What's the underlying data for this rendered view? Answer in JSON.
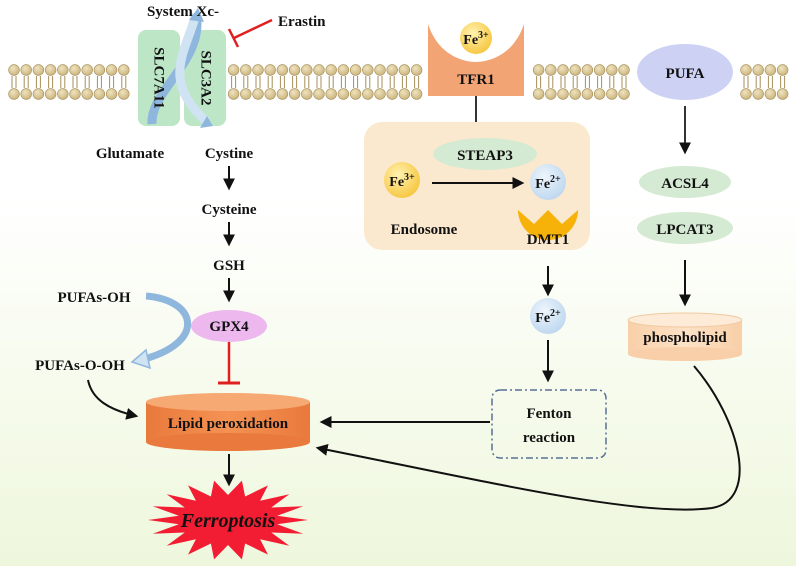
{
  "colors": {
    "background_top": "#ffffff",
    "background_bottom": "#eef7dc",
    "membrane_bead": "#c9b27a",
    "transporter": "#bde6c6",
    "erastin_inhibit": "#e02020",
    "iron": "#f6c53c",
    "ferrous_iron": "#bcd6ef",
    "tfr1": "#f2a475",
    "endosome": "#fbe9cf",
    "steap3": "#d5ead2",
    "dmt1": "#f7b20a",
    "pufa": "#cdd2f5",
    "gpx4": "#ecb8ee",
    "lipid_peroxidation": "#f49253",
    "ferroptosis_burst": "#f21d33",
    "phospholipid": "#fde2c7",
    "fenton_box_border": "#5a6f96"
  },
  "transporter": {
    "title": "System Xc-",
    "subunit_left": "SLC7A11",
    "subunit_right": "SLC3A2",
    "inhibitor": "Erastin"
  },
  "glutathione_pathway": {
    "glutamate": "Glutamate",
    "cystine": "Cystine",
    "cysteine": "Cysteine",
    "gsh": "GSH",
    "gpx4": "GPX4",
    "pufas_oh": "PUFAs-OH",
    "pufas_o_oh": "PUFAs-O-OH"
  },
  "iron_pathway": {
    "fe3_base": "Fe",
    "fe3_charge": "3+",
    "fe2_base": "Fe",
    "fe2_charge": "2+",
    "tfr1": "TFR1",
    "steap3": "STEAP3",
    "endosome": "Endosome",
    "dmt1": "DMT1",
    "fenton_line1": "Fenton",
    "fenton_line2": "reaction"
  },
  "lipid_pathway": {
    "pufa": "PUFA",
    "acsl4": "ACSL4",
    "lpcat3": "LPCAT3",
    "phospholipid": "phospholipid"
  },
  "outcome": {
    "lipid_peroxidation": "Lipid peroxidation",
    "ferroptosis": "Ferroptosis"
  }
}
